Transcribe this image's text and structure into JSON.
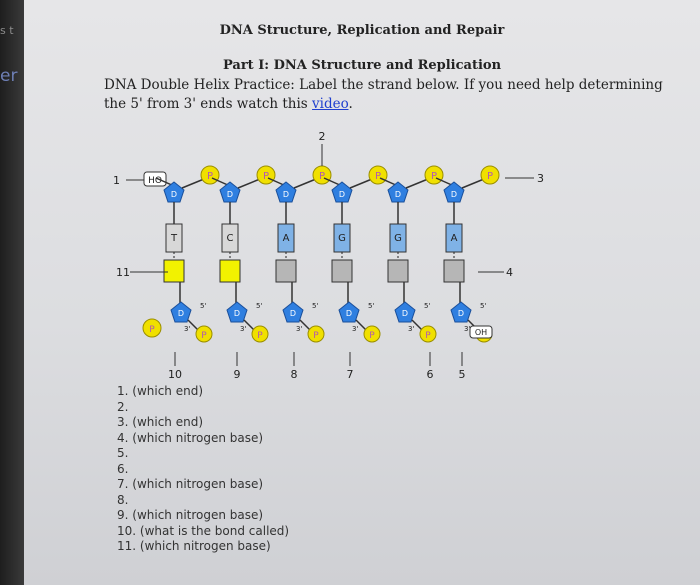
{
  "sidebar": {
    "fragment_top": "s t",
    "fragment_link": "er"
  },
  "header": {
    "title": "DNA Structure, Replication and Repair",
    "part_title": "Part I: DNA Structure and Replication"
  },
  "instructions": {
    "text": "DNA Double Helix Practice: Label the strand below. If you need help determining the 5' from 3' ends watch this",
    "link_text": "video",
    "suffix": "."
  },
  "diagram": {
    "callouts": {
      "c1": "1",
      "c2": "2",
      "c3": "3",
      "c4": "4",
      "c5": "5",
      "c6": "6",
      "c7": "7",
      "c8": "8",
      "c9": "9",
      "c10": "10",
      "c11": "11"
    },
    "top_bases": [
      "T",
      "C",
      "A",
      "G",
      "G",
      "A"
    ],
    "bottom_bases": [
      "",
      "",
      "",
      "",
      "",
      ""
    ],
    "sugar_label": "D",
    "phosphate_label": "P",
    "ho_label": "HO",
    "oh_label": "OH",
    "prime5": "5'",
    "prime3": "3'"
  },
  "questions": [
    "1. (which end)",
    "2.",
    "3. (which end)",
    "4. (which nitrogen base)",
    "5.",
    "6.",
    "7. (which nitrogen base)",
    "8.",
    "9. (which nitrogen base)",
    "10. (what is the bond called)",
    "11. (which nitrogen base)"
  ]
}
